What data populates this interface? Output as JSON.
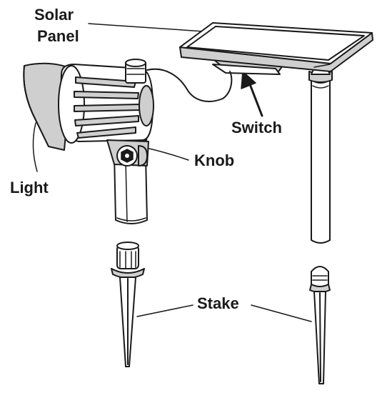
{
  "labels": {
    "solar_panel_line1": "Solar",
    "solar_panel_line2": "Panel",
    "switch": "Switch",
    "knob": "Knob",
    "light": "Light",
    "stake": "Stake"
  },
  "colors": {
    "line": "#1a1a1a",
    "shade": "#cfcfcf",
    "background": "#ffffff"
  }
}
